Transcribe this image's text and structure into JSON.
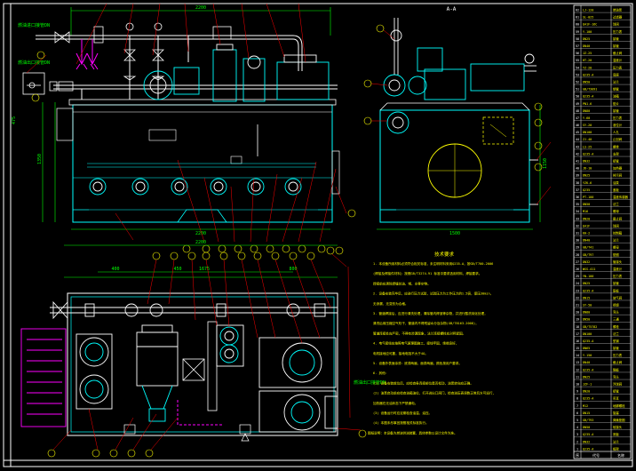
{
  "colors": {
    "background": "#000000",
    "frame": "#ffffff",
    "outline": "#00ffff",
    "pipe": "#ffffff",
    "balloon": "#ffff00",
    "leader": "#ff0000",
    "dimension": "#00ff00",
    "manifold": "#ff00ff",
    "table_text": "#ffff00",
    "table_grid": "#ffffff",
    "notes_text": "#ffff00"
  },
  "views": {
    "front_title": "",
    "side_title": "A-A",
    "plan_title": "",
    "left_inlet_label_1": "燃油进口接管DN",
    "left_inlet_label_2": "燃油出口接管DN",
    "plan_right_label": "燃油出口接管DN",
    "ruler_left": "475",
    "dim_front_total": "2200",
    "dim_front_height": "1350",
    "dim_front_bottom": "2200",
    "dim_side_bottom": "1500",
    "dim_plan_top": "2200",
    "dim_plan_a": "1675",
    "dim_plan_b": "400",
    "dim_plan_c": "450",
    "dim_side_height": "1150",
    "dim_plan_d": "800"
  },
  "notes": {
    "title": "技术要求",
    "lines": [
      "1. 本设备所用材料必须符合相关标准，未注明材料采用Q235-A，按GB/T700-2006",
      "   (焊接及焊接件材料) 按照GB/T3274-91 标准中要求选用材料，焊接要求。",
      "   焊接前应清除焊缝处油、锈、水等杂物。",
      "2. 设备安装完毕后，应进行压力试验，试验压力为工作压力的1.5倍，保压30min，",
      "   无渗漏、无变形为合格。",
      "3. 管道焊接后，应进行清洗处理，清除管内焊渣等杂物，并进行酸洗钝化处理，",
      "   清洗后用压缩空气吹干，管道内不得残留水分及杂物(GB/T8163-2008)，",
      "   管道连接处应严密，不得有渗漏现象，法兰连接螺栓应对称紧固。",
      "4. 电气接线应按照电气原理图施工，接线牢固，绝缘良好，",
      "   电机接地应可靠，接地电阻不大于4Ω。",
      "5. 设备外表面涂漆：底漆两遍，面漆两遍，颜色按用户要求。",
      "6. 其他：",
      "(1) 设备安装就位后，应检查各连接部位是否松动，油泵转向应正确。",
      "(2) 油泵启动前应检查油箱油位，打开进出口阀门，检查油压表读数正常后方可运行，",
      "    加热器在无油状态下严禁通电。",
      "(3) 设备运行时应定期检查油温、油压。",
      "(4) 本图未尽事宜按照相关标准执行。",
      "图纸说明：本设备为燃油供油装置，具体参数以设计文件为准。"
    ]
  },
  "table": {
    "rows": [
      [
        "62",
        "LJ-120",
        "燃油泵"
      ],
      [
        "61",
        "SL-025",
        "过滤器"
      ],
      [
        "60",
        "Q41F-16C",
        "球阀"
      ],
      [
        "59",
        "Y-100",
        "压力表"
      ],
      [
        "58",
        "DN25",
        "接管"
      ],
      [
        "57",
        "DN40",
        "接管"
      ],
      [
        "56",
        "JZ-25",
        "截止阀"
      ],
      [
        "55",
        "HT-20",
        "温度计"
      ],
      [
        "54",
        "YZ-20",
        "压力表"
      ],
      [
        "53",
        "Q235-A",
        "底座"
      ],
      [
        "52",
        "DN50",
        "法兰"
      ],
      [
        "51",
        "GB/T3091",
        "钢管"
      ],
      [
        "50",
        "Q235-A",
        "油箱"
      ],
      [
        "49",
        "PN1.6",
        "垫片"
      ],
      [
        "48",
        "DN80",
        "接管"
      ],
      [
        "47",
        "Y-60",
        "压力表"
      ],
      [
        "46",
        "SY-20",
        "液位计"
      ],
      [
        "45",
        "DN100",
        "人孔"
      ],
      [
        "44",
        "ZJ-40",
        "止回阀"
      ],
      [
        "43",
        "LS-25",
        "螺栓"
      ],
      [
        "42",
        "Q235-A",
        "支架"
      ],
      [
        "41",
        "DN32",
        "接管"
      ],
      [
        "40",
        "JD-10",
        "加热器"
      ],
      [
        "39",
        "DN25",
        "排污阀"
      ],
      [
        "38",
        "YZK-6",
        "油泵"
      ],
      [
        "37",
        "Q235",
        "盖板"
      ],
      [
        "36",
        "PT-100",
        "温度传感器"
      ],
      [
        "35",
        "DN50",
        "法兰"
      ],
      [
        "34",
        "M16",
        "螺母"
      ],
      [
        "33",
        "DN20",
        "截止阀"
      ],
      [
        "32",
        "Q41F",
        "球阀"
      ],
      [
        "31",
        "KH-2",
        "控制箱"
      ],
      [
        "30",
        "DN40",
        "法兰"
      ],
      [
        "29",
        "GB/T41",
        "螺母"
      ],
      [
        "28",
        "GB/T97",
        "垫圈"
      ],
      [
        "27",
        "DN32",
        "管接头"
      ],
      [
        "26",
        "WSS-411",
        "温度计"
      ],
      [
        "25",
        "YN-100",
        "压力表"
      ],
      [
        "24",
        "DN25",
        "接管"
      ],
      [
        "23",
        "Q235-A",
        "筋板"
      ],
      [
        "22",
        "DN15",
        "放气阀"
      ],
      [
        "21",
        "SY-50",
        "视镜"
      ],
      [
        "20",
        "DN80",
        "弯头"
      ],
      [
        "19",
        "DN50",
        "三通"
      ],
      [
        "18",
        "GB/T5782",
        "螺栓"
      ],
      [
        "17",
        "DN100",
        "法兰"
      ],
      [
        "16",
        "Q235-A",
        "型钢"
      ],
      [
        "15",
        "DN65",
        "接管"
      ],
      [
        "14",
        "Y-150",
        "压力表"
      ],
      [
        "13",
        "DN40",
        "截止阀"
      ],
      [
        "12",
        "Q235-A",
        "隔板"
      ],
      [
        "11",
        "DN25",
        "弯头"
      ],
      [
        "10",
        "JZF-1",
        "浮球阀"
      ],
      [
        "9",
        "DN20",
        "接管"
      ],
      [
        "8",
        "Q235-A",
        "吊耳"
      ],
      [
        "7",
        "M12",
        "地脚螺栓"
      ],
      [
        "6",
        "DN15",
        "旋塞"
      ],
      [
        "5",
        "GB/T93",
        "弹簧垫圈"
      ],
      [
        "4",
        "DN50",
        "软接头"
      ],
      [
        "3",
        "Q235-A",
        "底板"
      ],
      [
        "2",
        "DN32",
        "法兰"
      ],
      [
        "1",
        "Q235-A",
        "框架"
      ]
    ],
    "header": [
      "序",
      "代号",
      "名称"
    ]
  }
}
